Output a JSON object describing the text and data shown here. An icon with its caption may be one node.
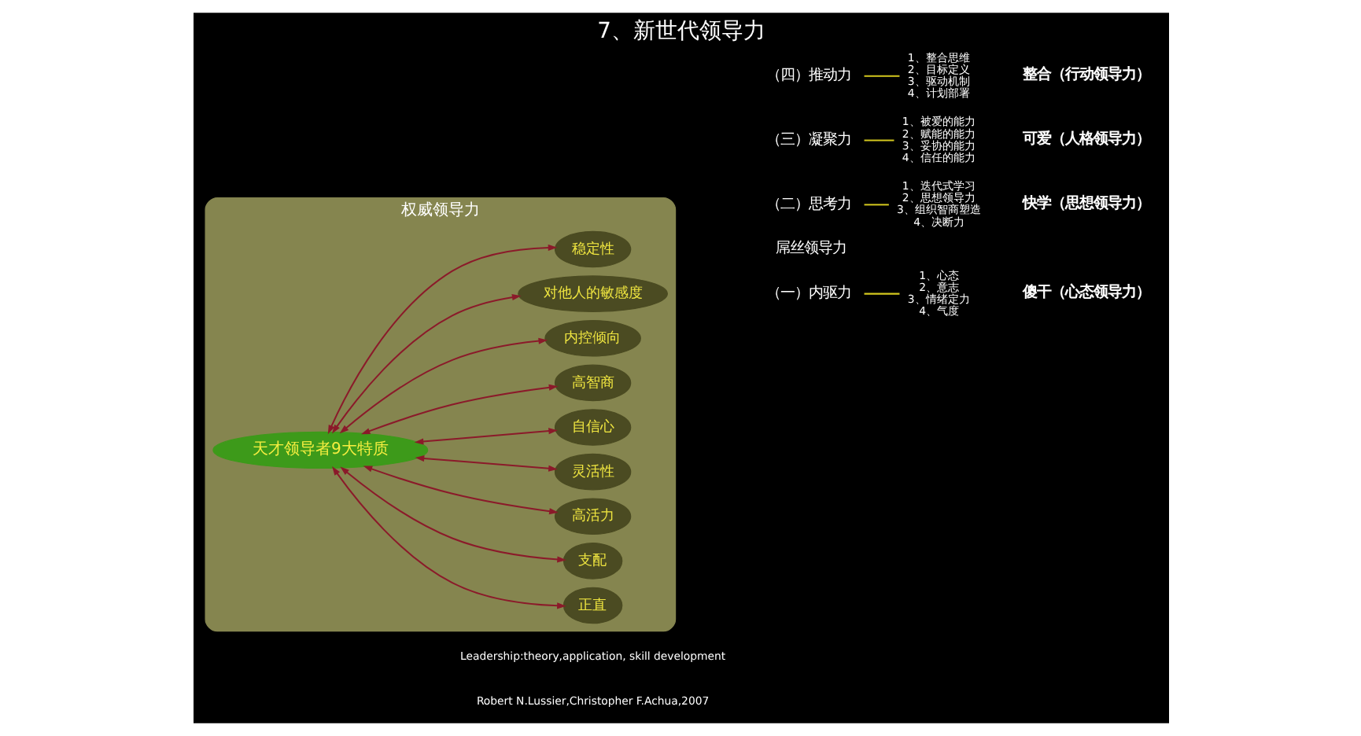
{
  "diagram": {
    "title": "7、新世代领导力",
    "nodes": [
      {
        "text": [
          "权威领导力"
        ]
      },
      {
        "text": [
          "天才领导者9大特质"
        ],
        "in": 0
      },
      {
        "text": [
          "正直"
        ],
        "in": 0
      },
      {
        "text": [
          "支配"
        ],
        "in": 0
      },
      {
        "text": [
          "高活力"
        ],
        "in": 0
      },
      {
        "text": [
          "灵活性"
        ],
        "in": 0
      },
      {
        "text": [
          "自信心"
        ],
        "in": 0
      },
      {
        "text": [
          "高智商"
        ],
        "in": 0
      },
      {
        "text": [
          "内控倾向"
        ],
        "in": 0
      },
      {
        "text": [
          "对他人的敏感度"
        ],
        "in": 0
      },
      {
        "text": [
          "稳定性"
        ],
        "in": 0
      },
      {
        "text": [
          "（一）内驱力"
        ]
      },
      {
        "text": [
          "1、心态",
          "2、意志",
          "3、情绪定力",
          "4、气度"
        ]
      },
      {
        "text": [
          "（二）思考力"
        ]
      },
      {
        "text": [
          "1、迭代式学习",
          "2、思想领导力",
          "3、组织智商塑造",
          "4、决断力"
        ]
      },
      {
        "text": [
          "（三）凝聚力"
        ]
      },
      {
        "text": [
          "1、被爱的能力",
          "2、赋能的能力",
          "3、妥协的能力",
          "4、信任的能力"
        ]
      },
      {
        "text": [
          "（四）推动力"
        ]
      },
      {
        "text": [
          "1、整合思维",
          "2、目标定义",
          "3、驱动机制",
          "4、计划部署"
        ]
      }
    ],
    "edges": [
      {
        "from": 1,
        "to": 2,
        "arrow": "both"
      },
      {
        "from": 1,
        "to": 3,
        "arrow": "both"
      },
      {
        "from": 1,
        "to": 4,
        "arrow": "both"
      },
      {
        "from": 1,
        "to": 5,
        "arrow": "both"
      },
      {
        "from": 1,
        "to": 6,
        "arrow": "both"
      },
      {
        "from": 1,
        "to": 7,
        "arrow": "both"
      },
      {
        "from": 1,
        "to": 8,
        "arrow": "both"
      },
      {
        "from": 1,
        "to": 9,
        "arrow": "both"
      },
      {
        "from": 1,
        "to": 10,
        "arrow": "both"
      },
      {
        "from": 11,
        "to": 12,
        "arrow": "none",
        "color": "#d4c81e"
      },
      {
        "from": 13,
        "to": 14,
        "arrow": "none",
        "color": "#d4c81e"
      },
      {
        "from": 15,
        "to": 16,
        "arrow": "none",
        "color": "#d4c81e"
      },
      {
        "from": 17,
        "to": 18,
        "arrow": "none",
        "color": "#d4c81e"
      }
    ],
    "labels": [
      "屌丝领导力",
      "傻干（心态领导力）",
      "快学（思想领导力）",
      "可爱（人格领导力）",
      "整合（行动领导力）",
      "Leadership:theory,application, skill development",
      "Robert N.Lussier,Christopher F.Achua,2007"
    ]
  }
}
